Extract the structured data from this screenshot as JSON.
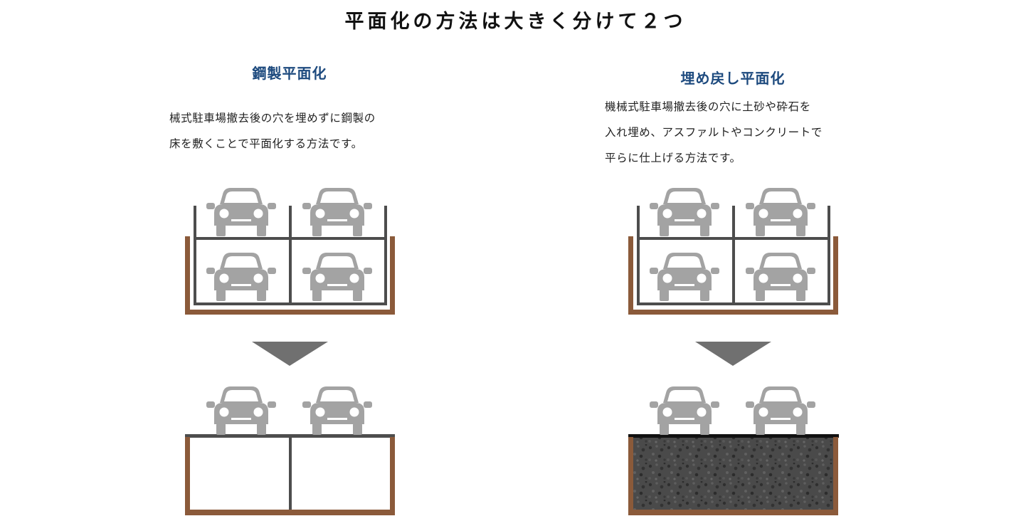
{
  "title": "平面化の方法は大きく分けて２つ",
  "colors": {
    "heading": "#1d4a7e",
    "frame": "#4d4d4d",
    "car": "#a3a3a3",
    "pit_wall": "#8b5a3a",
    "arrow": "#707070",
    "gravel": "#4a4a4a",
    "asphalt_surface": "#111111"
  },
  "methods": [
    {
      "name": "鋼製平面化",
      "description": [
        "械式駐車場撤去後の穴を埋めずに鋼製の",
        "床を敷くことで平面化する方法です。"
      ],
      "before_icon": "parking-pit-with-two-level-racks",
      "after_icon": "steel-deck-floor",
      "cars_before": 4,
      "cars_after": 2
    },
    {
      "name": "埋め戻し平面化",
      "description": [
        "機械式駐車場撤去後の穴に土砂や砕石を",
        "入れ埋め、アスファルトやコンクリートで",
        "平らに仕上げる方法です。"
      ],
      "before_icon": "parking-pit-with-two-level-racks",
      "after_icon": "backfilled-gravel-pit",
      "cars_before": 4,
      "cars_after": 2
    }
  ]
}
